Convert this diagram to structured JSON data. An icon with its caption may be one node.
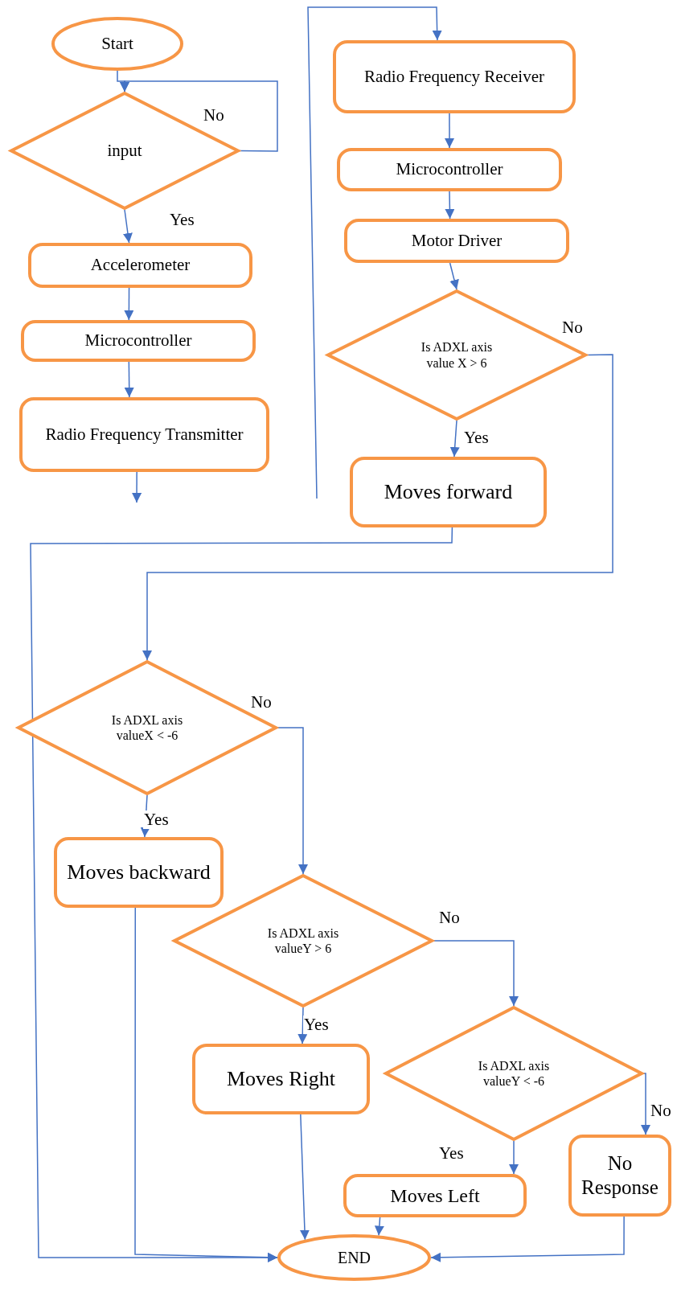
{
  "diagram": {
    "nodes": [
      {
        "text": [
          "Start"
        ]
      },
      {
        "text": [
          "input"
        ]
      },
      {
        "text": [
          "Accelerometer"
        ]
      },
      {
        "text": [
          "Microcontroller"
        ]
      },
      {
        "text": [
          "Radio Frequency Transmitter"
        ]
      },
      {
        "text": [
          "Radio Frequency Receiver"
        ]
      },
      {
        "text": [
          "Microcontroller"
        ]
      },
      {
        "text": [
          "Motor Driver"
        ]
      },
      {
        "text": [
          "Is ADXL axis value X > 6"
        ]
      },
      {
        "text": [
          "Moves forward"
        ]
      },
      {
        "text": [
          "Is ADXL axis valueX < -6"
        ]
      },
      {
        "text": [
          "Moves backward"
        ]
      },
      {
        "text": [
          "Is ADXL axis valueY > 6"
        ]
      },
      {
        "text": [
          "Moves Right"
        ]
      },
      {
        "text": [
          "Is ADXL axis valueY < -6"
        ]
      },
      {
        "text": [
          "Moves Left"
        ]
      },
      {
        "text": [
          "No Response"
        ]
      },
      {
        "text": [
          "END"
        ]
      }
    ],
    "edges": [
      {
        "from": 0,
        "to": 1,
        "arrow": "to"
      },
      {
        "from": 1,
        "to": 1,
        "arrow": "to",
        "label": "No"
      },
      {
        "from": 1,
        "to": 2,
        "arrow": "to",
        "label": "Yes"
      },
      {
        "from": 2,
        "to": 3,
        "arrow": "to"
      },
      {
        "from": 3,
        "to": 4,
        "arrow": "to"
      },
      {
        "from": 4,
        "to": null,
        "arrow": "to"
      },
      {
        "from": null,
        "to": 5,
        "arrow": "to"
      },
      {
        "from": 5,
        "to": 6,
        "arrow": "to"
      },
      {
        "from": 6,
        "to": 7,
        "arrow": "to"
      },
      {
        "from": 7,
        "to": 8,
        "arrow": "to"
      },
      {
        "from": 8,
        "to": 9,
        "arrow": "to",
        "label": "Yes"
      },
      {
        "from": 8,
        "to": 10,
        "arrow": "to",
        "label": "No"
      },
      {
        "from": 9,
        "to": 17,
        "arrow": "to"
      },
      {
        "from": 10,
        "to": 11,
        "arrow": "to",
        "label": "Yes"
      },
      {
        "from": 10,
        "to": 12,
        "arrow": "to",
        "label": "No"
      },
      {
        "from": 11,
        "to": 17,
        "arrow": "to"
      },
      {
        "from": 12,
        "to": 13,
        "arrow": "to",
        "label": "Yes"
      },
      {
        "from": 12,
        "to": 14,
        "arrow": "to",
        "label": "No"
      },
      {
        "from": 13,
        "to": 17,
        "arrow": "to"
      },
      {
        "from": 15,
        "to": 17,
        "arrow": "to"
      },
      {
        "from": 14,
        "to": 16,
        "arrow": "to",
        "label": "No"
      },
      {
        "from": 14,
        "to": 15,
        "arrow": "to",
        "label": "Yes"
      },
      {
        "from": 16,
        "to": 17,
        "arrow": "to"
      }
    ]
  }
}
